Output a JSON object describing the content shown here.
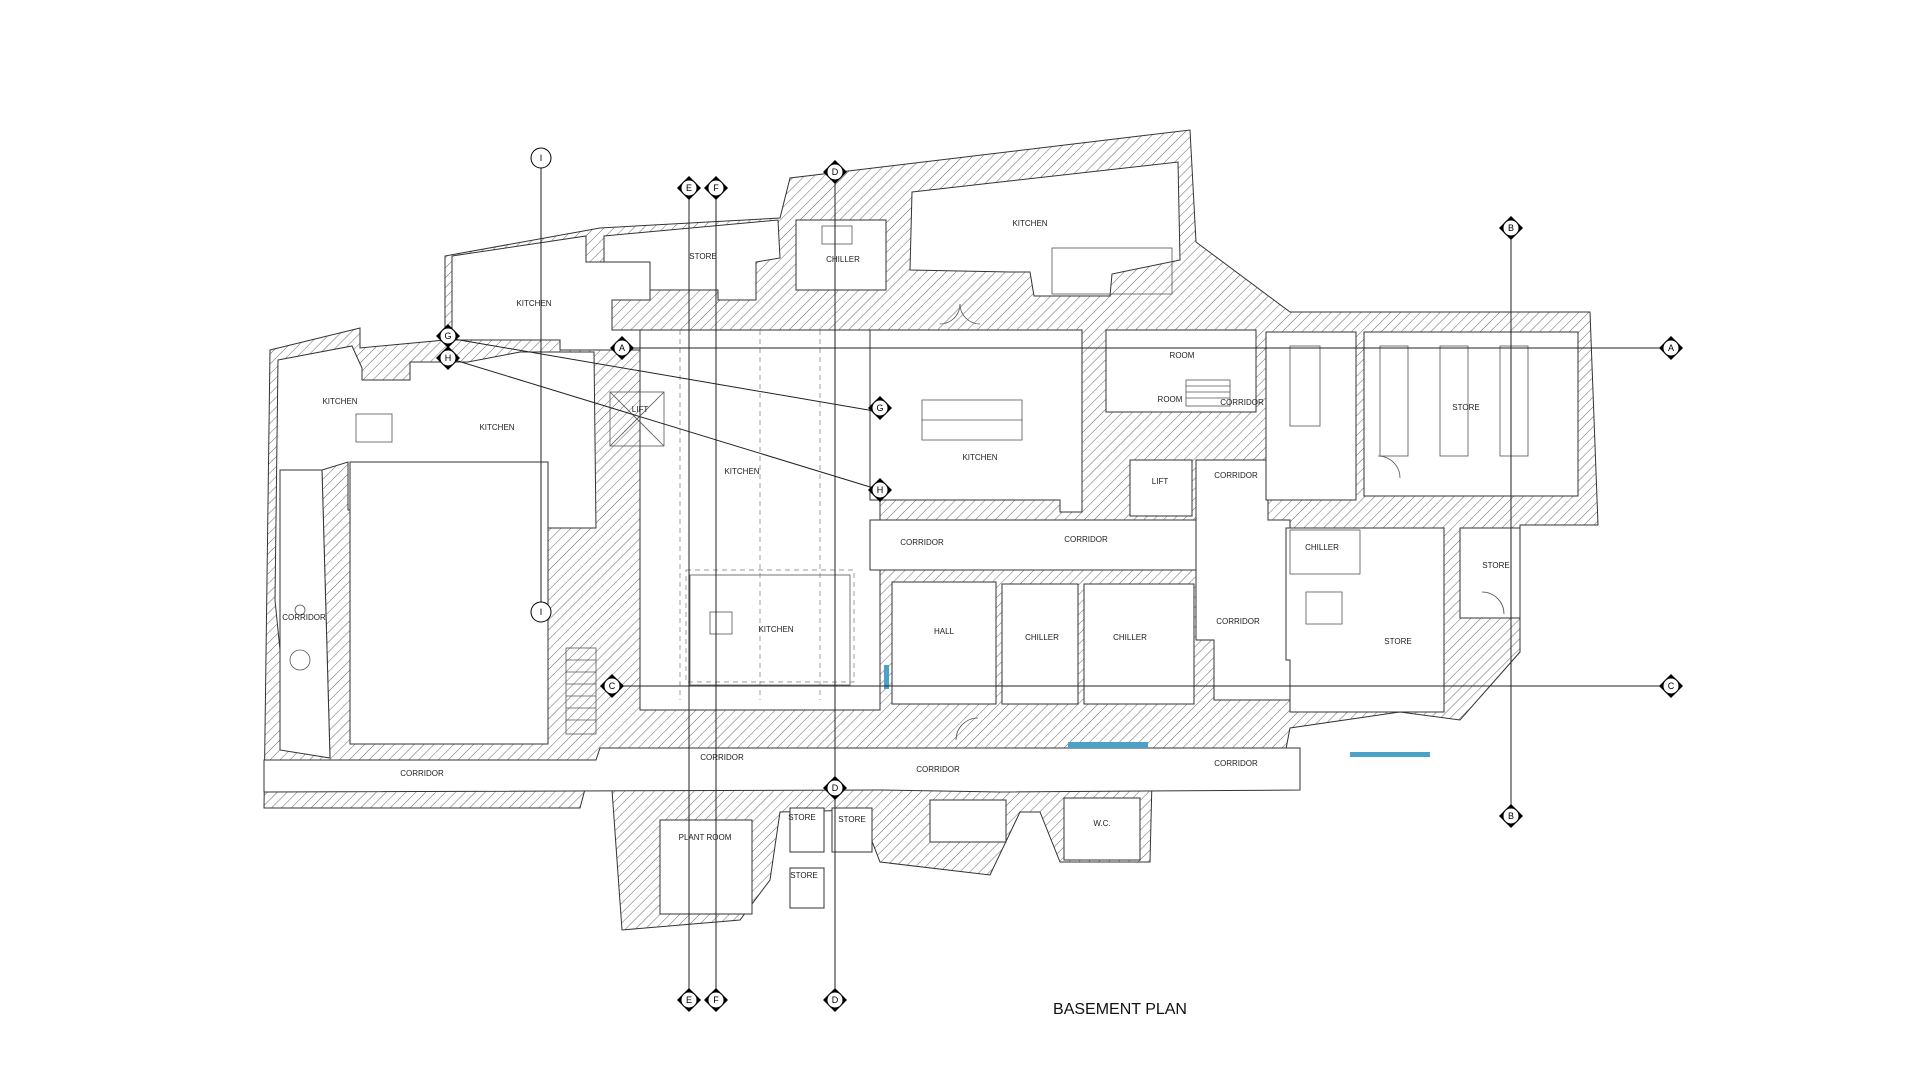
{
  "drawing": {
    "title": "BASEMENT PLAN"
  },
  "rooms": [
    {
      "id": "kitchen-nw",
      "label": "KITCHEN"
    },
    {
      "id": "kitchen-w1",
      "label": "KITCHEN"
    },
    {
      "id": "kitchen-w2",
      "label": "KITCHEN"
    },
    {
      "id": "store-n",
      "label": "STORE"
    },
    {
      "id": "chiller-n",
      "label": "CHILLER"
    },
    {
      "id": "kitchen-ne",
      "label": "KITCHEN"
    },
    {
      "id": "lift-w",
      "label": "LIFT"
    },
    {
      "id": "kitchen-c1",
      "label": "KITCHEN"
    },
    {
      "id": "kitchen-c2",
      "label": "KITCHEN"
    },
    {
      "id": "kitchen-c3",
      "label": "KITCHEN"
    },
    {
      "id": "room-e",
      "label": "ROOM"
    },
    {
      "id": "room-e2",
      "label": "ROOM"
    },
    {
      "id": "corridor-e1",
      "label": "CORRIDOR"
    },
    {
      "id": "lift-e",
      "label": "LIFT"
    },
    {
      "id": "corridor-e2",
      "label": "CORRIDOR"
    },
    {
      "id": "store-ne",
      "label": "STORE"
    },
    {
      "id": "corridor-c1",
      "label": "CORRIDOR"
    },
    {
      "id": "corridor-c2",
      "label": "CORRIDOR"
    },
    {
      "id": "chiller-e",
      "label": "CHILLER"
    },
    {
      "id": "store-e1",
      "label": "STORE"
    },
    {
      "id": "store-e2",
      "label": "STORE"
    },
    {
      "id": "corridor-w",
      "label": "CORRIDOR"
    },
    {
      "id": "hall",
      "label": "HALL"
    },
    {
      "id": "chiller-c1",
      "label": "CHILLER"
    },
    {
      "id": "chiller-c2",
      "label": "CHILLER"
    },
    {
      "id": "corridor-e3",
      "label": "CORRIDOR"
    },
    {
      "id": "corridor-s1",
      "label": "CORRIDOR"
    },
    {
      "id": "corridor-s2",
      "label": "CORRIDOR"
    },
    {
      "id": "corridor-s3",
      "label": "CORRIDOR"
    },
    {
      "id": "corridor-s4",
      "label": "CORRIDOR"
    },
    {
      "id": "store-s1",
      "label": "STORE"
    },
    {
      "id": "store-s2",
      "label": "STORE"
    },
    {
      "id": "store-s3",
      "label": "STORE"
    },
    {
      "id": "plant-room",
      "label": "PLANT ROOM"
    },
    {
      "id": "wc",
      "label": "W.C."
    }
  ],
  "grid_markers": [
    {
      "id": "I-top",
      "label": "I"
    },
    {
      "id": "I-mid",
      "label": "I"
    },
    {
      "id": "E-top",
      "label": "E"
    },
    {
      "id": "E-bottom",
      "label": "E"
    },
    {
      "id": "F-top",
      "label": "F"
    },
    {
      "id": "F-bottom",
      "label": "F"
    },
    {
      "id": "D-top",
      "label": "D"
    },
    {
      "id": "D-mid",
      "label": "D"
    },
    {
      "id": "D-bottom",
      "label": "D"
    },
    {
      "id": "B-top",
      "label": "B"
    },
    {
      "id": "B-bottom",
      "label": "B"
    },
    {
      "id": "A-right",
      "label": "A"
    },
    {
      "id": "A-left",
      "label": "A"
    },
    {
      "id": "G-left",
      "label": "G"
    },
    {
      "id": "H-left",
      "label": "H"
    },
    {
      "id": "G-mid",
      "label": "G"
    },
    {
      "id": "H-mid",
      "label": "H"
    },
    {
      "id": "C-right",
      "label": "C"
    },
    {
      "id": "C-left",
      "label": "C"
    }
  ],
  "colors": {
    "line": "#333333",
    "hatch": "#666666",
    "glazing": "#4aa3c7",
    "background": "#ffffff"
  }
}
